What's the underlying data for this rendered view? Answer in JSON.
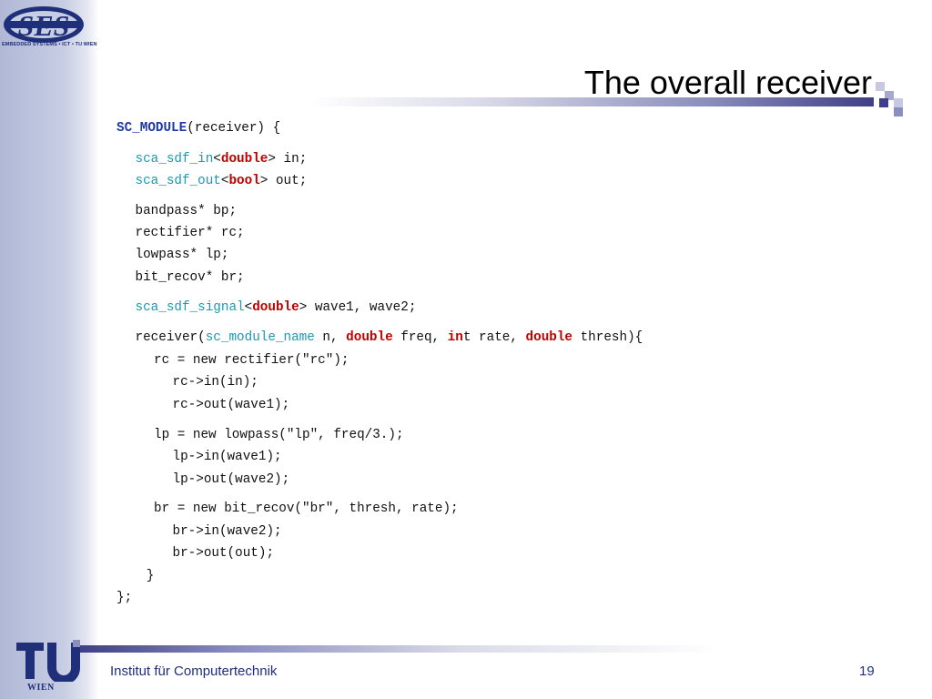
{
  "slide": {
    "title": "The overall receiver",
    "page_number": "19",
    "footer_text": "Institut für Computertechnik",
    "logo_es_caption": "EMBEDDED SYSTEMS • ICT • TU WIEN",
    "logo_tu_caption": "WIEN",
    "colors": {
      "keyword_blue": "#1f39a6",
      "type_cyan": "#1b9ab0",
      "keyword_red": "#c00000",
      "brand_navy": "#1f2f7a"
    }
  },
  "code": [
    {
      "indent": 0,
      "parts": [
        [
          "SC_MODULE",
          "kw-blue"
        ],
        [
          "(receiver) {",
          ""
        ]
      ]
    },
    {
      "indent": 1,
      "parts": [
        [
          "sca_sdf_in",
          "type"
        ],
        [
          "<",
          ""
        ],
        [
          "double",
          "kw-red"
        ],
        [
          "> in;",
          ""
        ]
      ]
    },
    {
      "indent": 1,
      "parts": [
        [
          "sca_sdf_out",
          "type"
        ],
        [
          "<",
          ""
        ],
        [
          "bool",
          "kw-red"
        ],
        [
          "> out;",
          ""
        ]
      ]
    },
    {
      "indent": 1,
      "parts": [
        [
          "bandpass* bp;",
          ""
        ]
      ]
    },
    {
      "indent": 1,
      "parts": [
        [
          "rectifier* rc;",
          ""
        ]
      ]
    },
    {
      "indent": 1,
      "parts": [
        [
          "lowpass* lp;",
          ""
        ]
      ]
    },
    {
      "indent": 1,
      "parts": [
        [
          "bit_recov* br;",
          ""
        ]
      ]
    },
    {
      "indent": 1,
      "parts": [
        [
          "sca_sdf_signal",
          "type"
        ],
        [
          "<",
          ""
        ],
        [
          "double",
          "kw-red"
        ],
        [
          "> wave1, wave2;",
          ""
        ]
      ]
    },
    {
      "indent": 1,
      "parts": [
        [
          "receiver(",
          ""
        ],
        [
          "sc_module_name",
          "type"
        ],
        [
          " n, ",
          ""
        ],
        [
          "double",
          "kw-red"
        ],
        [
          " freq, ",
          ""
        ],
        [
          "in",
          "kw-red"
        ],
        [
          "t rate, ",
          ""
        ],
        [
          "double",
          "kw-red"
        ],
        [
          " thresh){",
          ""
        ]
      ]
    },
    {
      "indent": 2,
      "parts": [
        [
          "rc = new rectifier(\"rc\");",
          ""
        ]
      ]
    },
    {
      "indent": 3,
      "parts": [
        [
          "rc->in(in);",
          ""
        ]
      ]
    },
    {
      "indent": 3,
      "parts": [
        [
          "rc->out(wave1);",
          ""
        ]
      ]
    },
    {
      "indent": 2,
      "parts": [
        [
          "lp = new lowpass(\"lp\", freq/3.);",
          ""
        ]
      ]
    },
    {
      "indent": 3,
      "parts": [
        [
          "lp->in(wave1);",
          ""
        ]
      ]
    },
    {
      "indent": 3,
      "parts": [
        [
          "lp->out(wave2);",
          ""
        ]
      ]
    },
    {
      "indent": 2,
      "parts": [
        [
          "br = new bit_recov(\"br\", thresh, rate);",
          ""
        ]
      ]
    },
    {
      "indent": 3,
      "parts": [
        [
          "br->in(wave2);",
          ""
        ]
      ]
    },
    {
      "indent": 3,
      "parts": [
        [
          "br->out(out);",
          ""
        ]
      ]
    },
    {
      "indent": 1.6,
      "parts": [
        [
          "}",
          ""
        ]
      ]
    },
    {
      "indent": 0,
      "parts": [
        [
          "};",
          ""
        ]
      ]
    }
  ]
}
